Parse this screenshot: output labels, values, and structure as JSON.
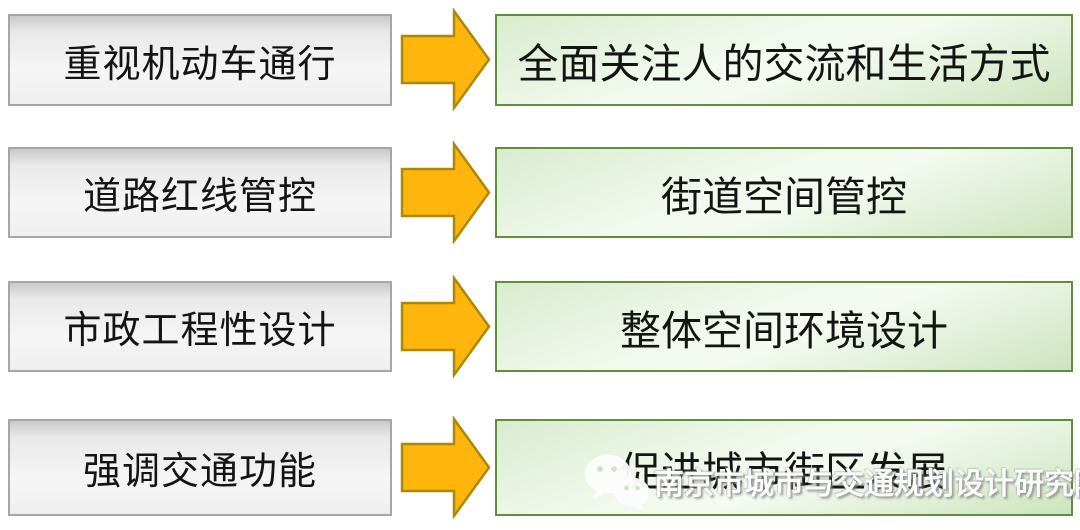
{
  "diagram": {
    "description": "four-row transformation diagram: old planning concept to new street-design concept",
    "rows": [
      {
        "from": "重视机动车通行",
        "to": "全面关注人的交流和生活方式"
      },
      {
        "from": "道路红线管控",
        "to": "街道空间管控"
      },
      {
        "from": "市政工程性设计",
        "to": "整体空间环境设计"
      },
      {
        "from": "强调交通功能",
        "to": "促进城市街区发展"
      }
    ],
    "colors": {
      "from_box_border": "#a6a6a6",
      "from_box_fill_top": "#c9c9c9",
      "from_box_fill_bottom": "#efefef",
      "to_box_border": "#5e8e3e",
      "to_box_fill_light": "#f4faf1",
      "to_box_fill_dark": "#cde4bd",
      "arrow_fill": "#ffb60c",
      "arrow_border": "#ab8906",
      "text_color": "#141414"
    }
  },
  "watermark": {
    "icon": "wechat-icon",
    "text": "南京市城市与交通规划设计研究院",
    "text_color": "#fbfbfb"
  }
}
